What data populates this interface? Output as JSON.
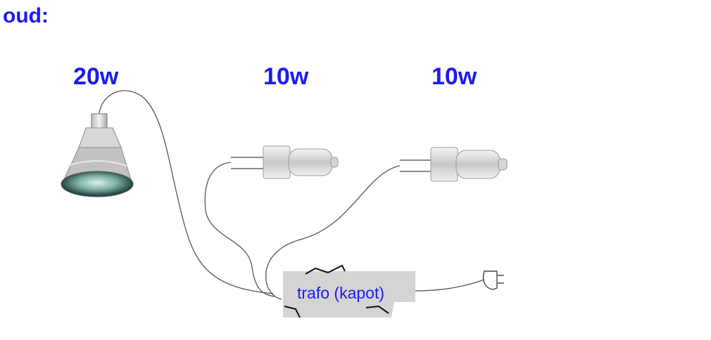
{
  "heading": "oud:",
  "lamps": [
    {
      "watt": "20w",
      "kind": "spot-bulb"
    },
    {
      "watt": "10w",
      "kind": "capsule-bulb"
    },
    {
      "watt": "10w",
      "kind": "capsule-bulb"
    }
  ],
  "transformer": {
    "label": "trafo (kapot)"
  },
  "plug": {
    "icon": "plug-icon"
  },
  "colors": {
    "text": "#1b1bf0",
    "wire": "#555555",
    "trafo": "#d4d4d4"
  }
}
